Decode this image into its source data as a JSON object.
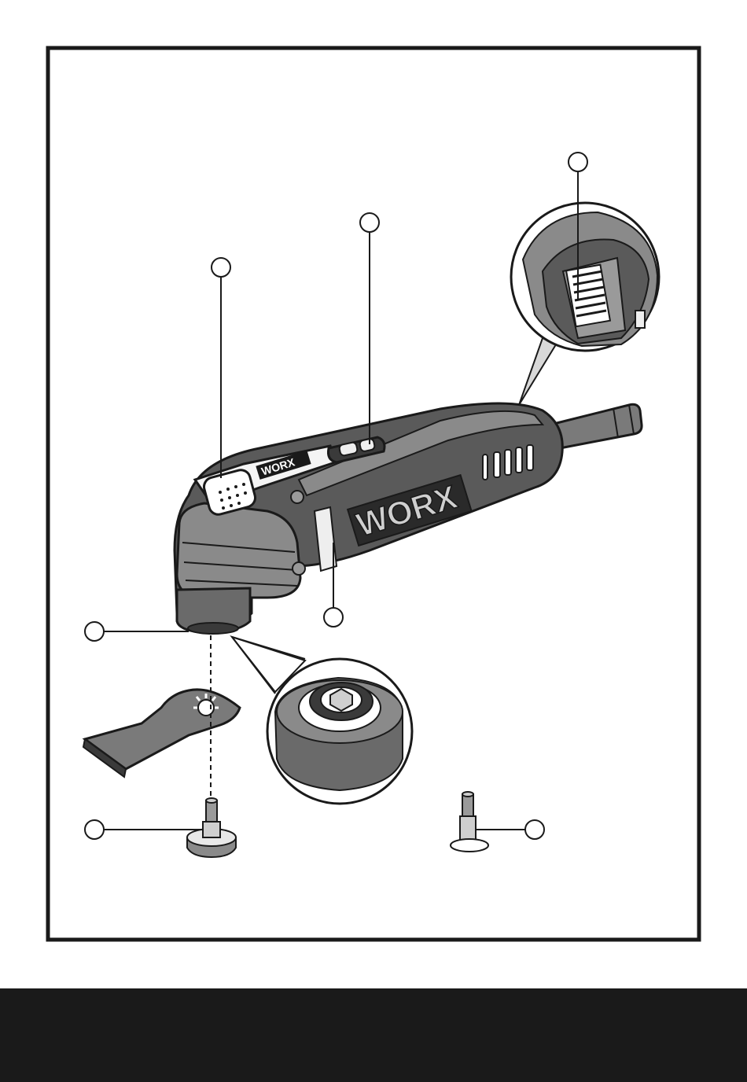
{
  "figure": {
    "brand_logo_text": "WORX",
    "callouts": [
      {
        "id": "speed-dial",
        "label": ""
      },
      {
        "id": "lock-switch",
        "label": ""
      },
      {
        "id": "lever",
        "label": ""
      },
      {
        "id": "led",
        "label": ""
      },
      {
        "id": "spindle",
        "label": ""
      },
      {
        "id": "flange-bolt",
        "label": ""
      },
      {
        "id": "adapter",
        "label": ""
      }
    ]
  },
  "colors": {
    "frame": "#1a1a1a",
    "footer": "#1a1a1a",
    "body_dark": "#4a4a4a",
    "body_mid": "#7a7a7a",
    "body_light": "#b8b8b8"
  }
}
